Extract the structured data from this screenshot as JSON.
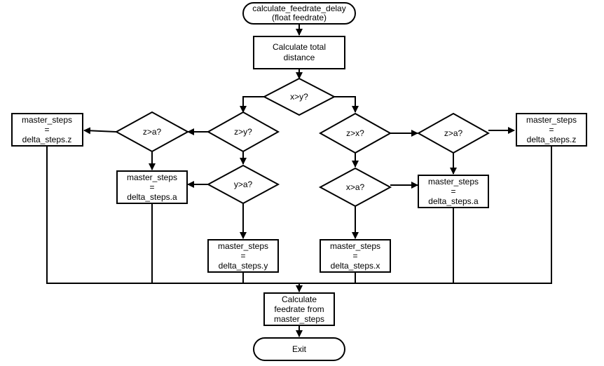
{
  "diagram": {
    "start": {
      "line1": "calculate_feedrate_delay",
      "line2": "(float feedrate)"
    },
    "calc_distance": {
      "line1": "Calculate total",
      "line2": "distance"
    },
    "decision_xy": "x>y?",
    "decision_za_left": "z>a?",
    "decision_zy": "z>y?",
    "decision_ya": "y>a?",
    "decision_zx": "z>x?",
    "decision_xa": "x>a?",
    "decision_za_right": "z>a?",
    "box_z_left": {
      "line1": "master_steps",
      "line2": "=",
      "line3": "delta_steps.z"
    },
    "box_a_left": {
      "line1": "master_steps",
      "line2": "=",
      "line3": "delta_steps.a"
    },
    "box_y": {
      "line1": "master_steps",
      "line2": "=",
      "line3": "delta_steps.y"
    },
    "box_x": {
      "line1": "master_steps",
      "line2": "=",
      "line3": "delta_steps.x"
    },
    "box_a_right": {
      "line1": "master_steps",
      "line2": "=",
      "line3": "delta_steps.a"
    },
    "box_z_right": {
      "line1": "master_steps",
      "line2": "=",
      "line3": "delta_steps.z"
    },
    "calc_feedrate": {
      "line1": "Calculate",
      "line2": "feedrate from",
      "line3": "master_steps"
    },
    "exit": "Exit"
  }
}
